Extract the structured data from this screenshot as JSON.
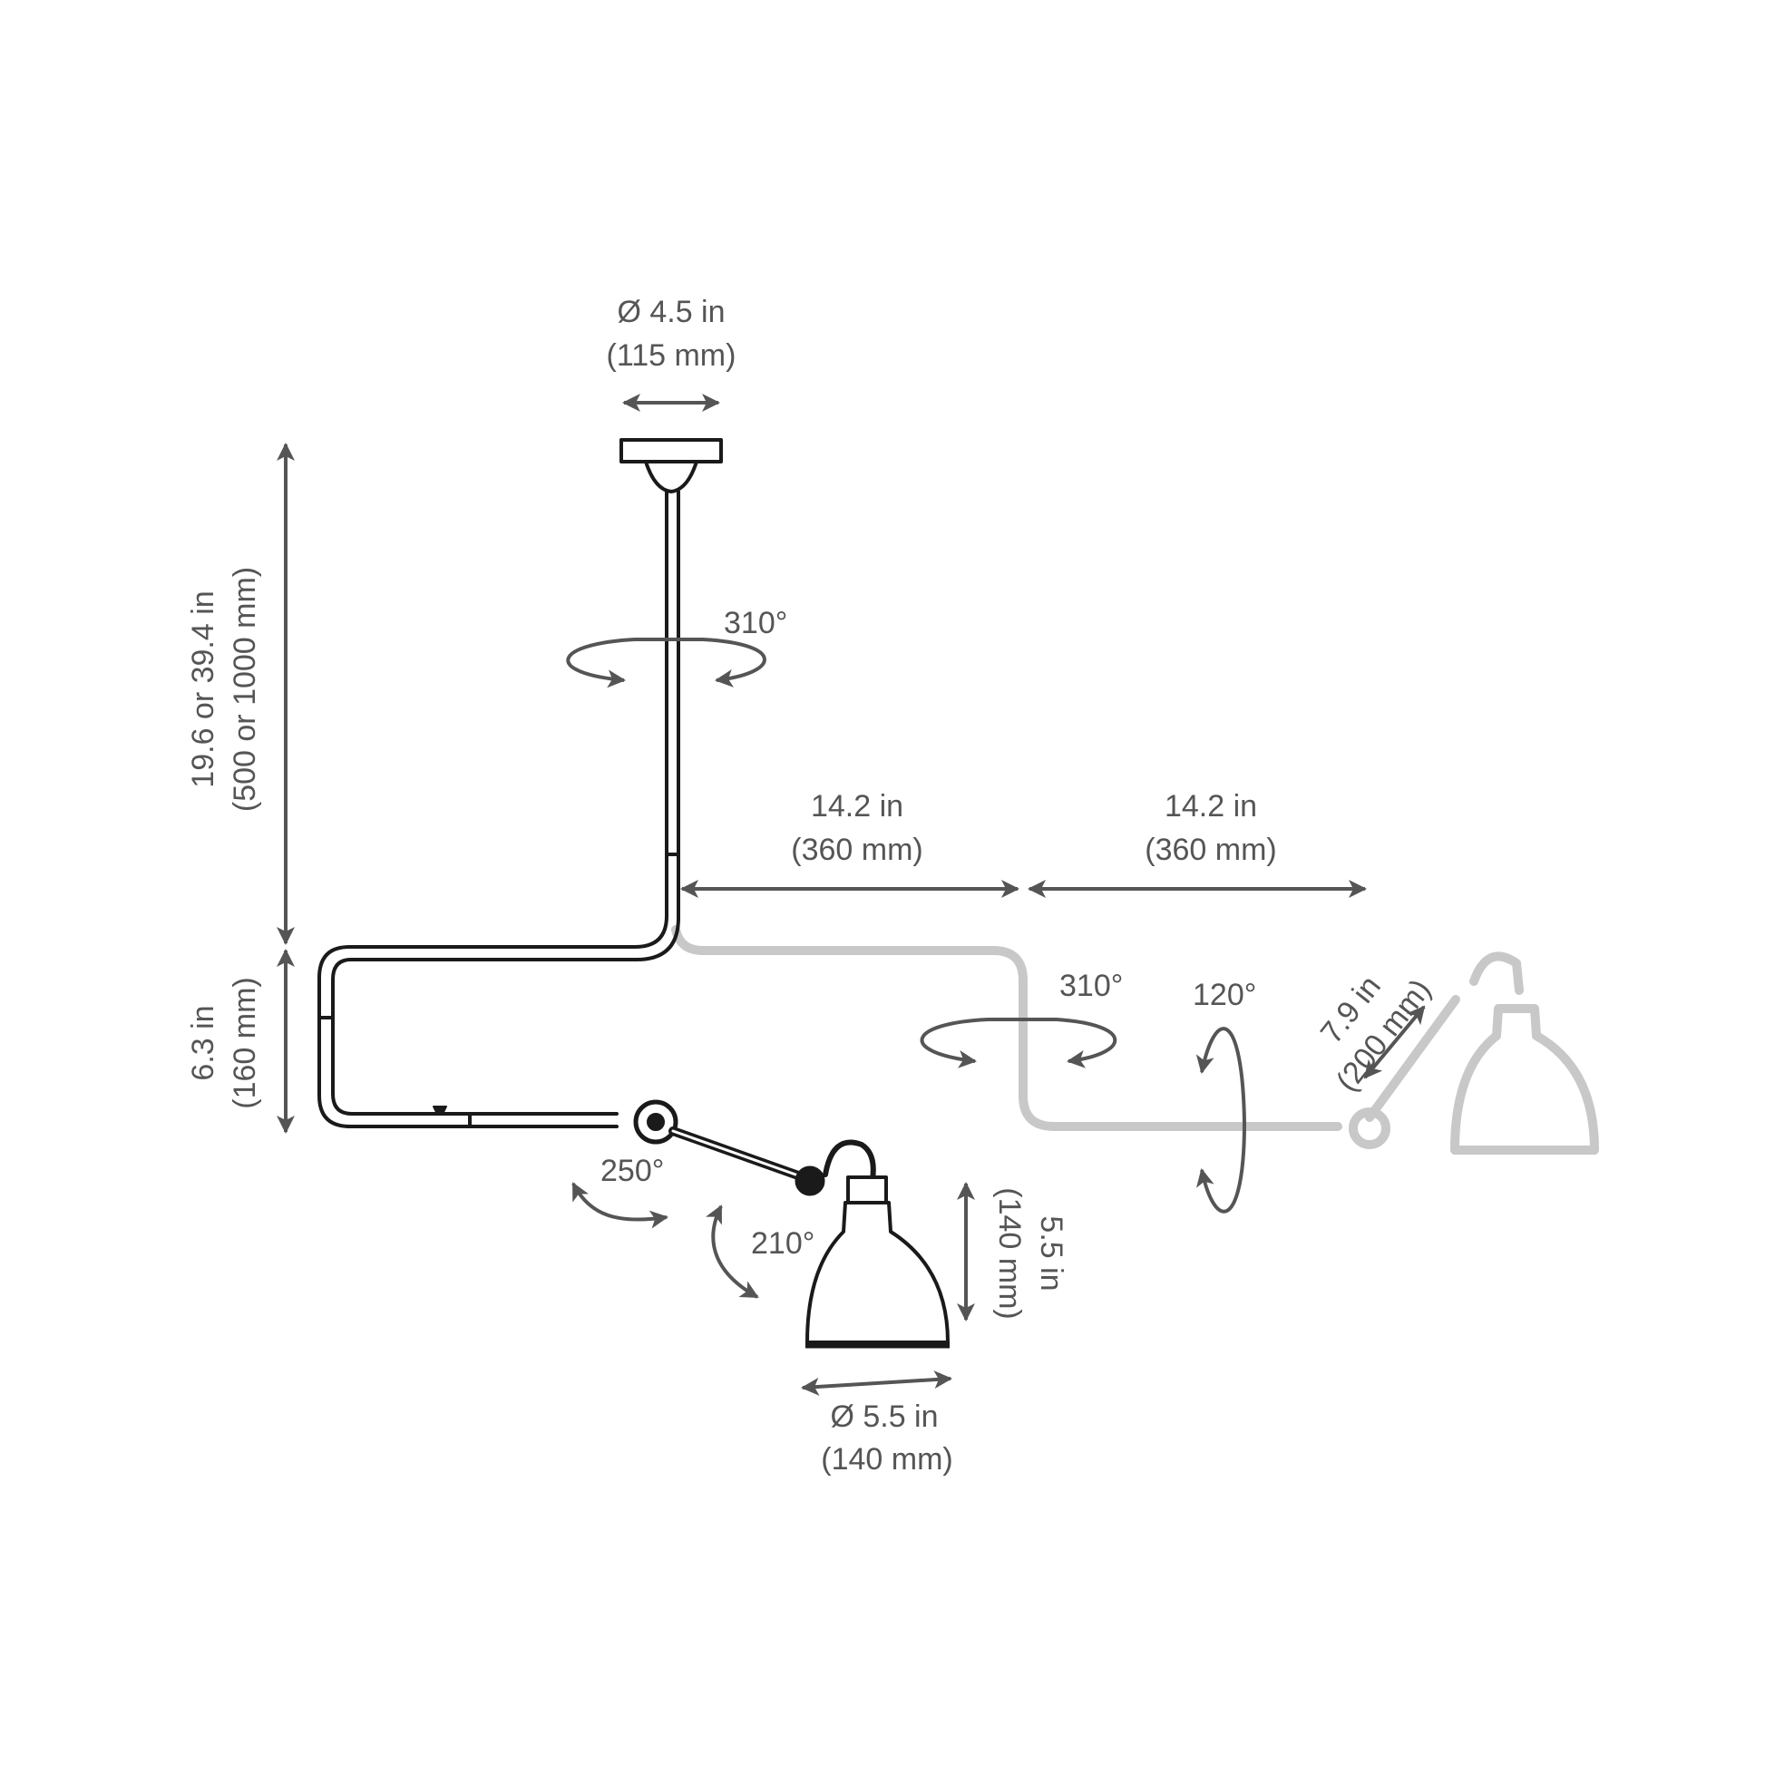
{
  "colors": {
    "background": "#ffffff",
    "lamp": "#1a1a1a",
    "lamp_ghost": "#c8c8c8",
    "dimension": "#555555"
  },
  "dimensions": {
    "canopy_diameter": {
      "line1": "Ø 4.5 in",
      "line2": "(115 mm)"
    },
    "drop_height": {
      "line1": "19.6 or  39.4 in",
      "line2": "(500 or 1000 mm)"
    },
    "offset_height": {
      "line1": "6.3 in",
      "line2": "(160 mm)"
    },
    "arm_length_1": {
      "line1": "14.2 in",
      "line2": "(360 mm)"
    },
    "arm_length_2": {
      "line1": "14.2 in",
      "line2": "(360 mm)"
    },
    "rotation_stem": "310°",
    "rotation_arm": "310°",
    "rotation_tilt": "120°",
    "rotation_elbow": "250°",
    "rotation_shade": "210°",
    "forearm_length": {
      "line1": "7.9 in",
      "line2": "(200 mm)"
    },
    "shade_height": {
      "line1": "5.5 in",
      "line2": "(140 mm)"
    },
    "shade_diameter": {
      "line1": "Ø 5.5 in",
      "line2": "(140 mm)"
    }
  }
}
